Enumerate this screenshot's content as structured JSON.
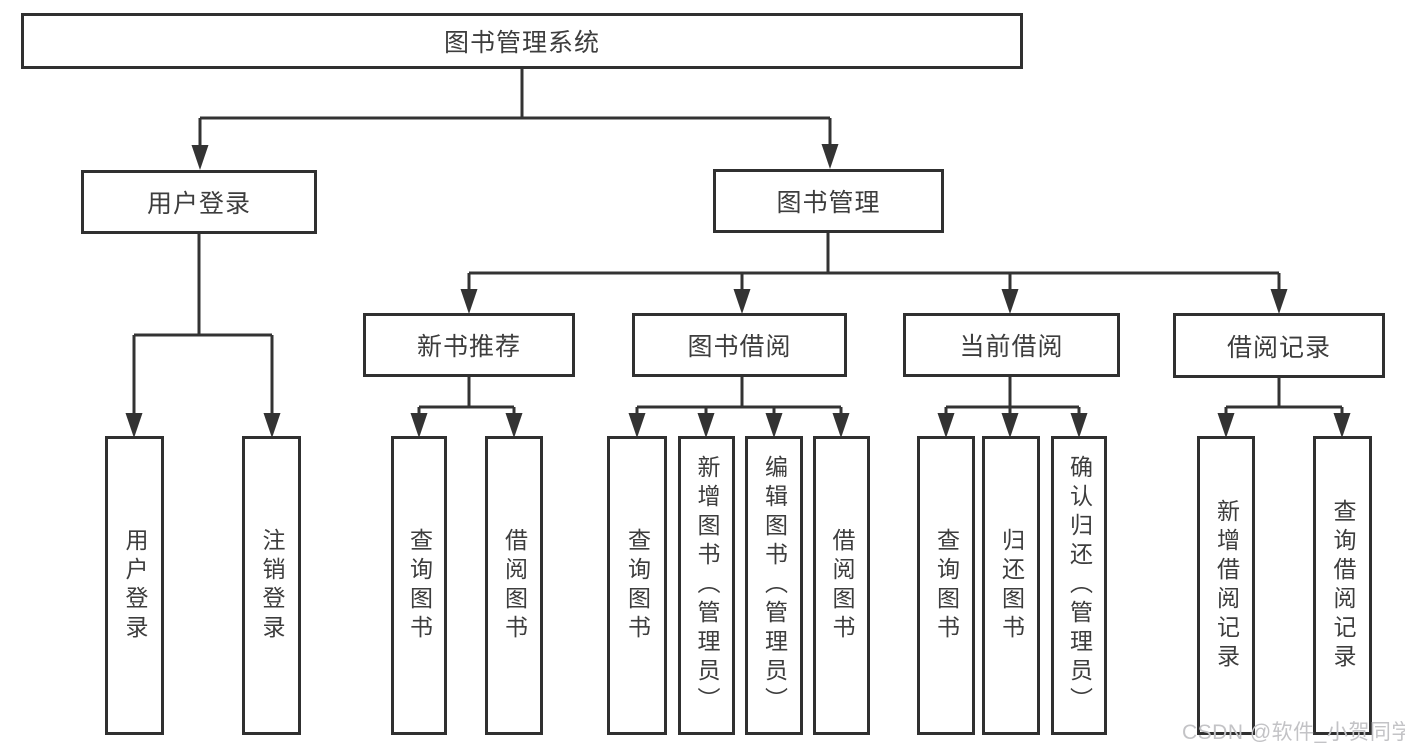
{
  "diagram_type": "tree",
  "tree": {
    "label": "图书管理系统",
    "children": [
      {
        "label": "用户登录",
        "children": [
          {
            "label": "用户登录"
          },
          {
            "label": "注销登录"
          }
        ]
      },
      {
        "label": "图书管理",
        "children": [
          {
            "label": "新书推荐",
            "children": [
              {
                "label": "查询图书"
              },
              {
                "label": "借阅图书"
              }
            ]
          },
          {
            "label": "图书借阅",
            "children": [
              {
                "label": "查询图书"
              },
              {
                "label": "新增图书（管理员）"
              },
              {
                "label": "编辑图书（管理员）"
              },
              {
                "label": "借阅图书"
              }
            ]
          },
          {
            "label": "当前借阅",
            "children": [
              {
                "label": "查询图书"
              },
              {
                "label": "归还图书"
              },
              {
                "label": "确认归还（管理员）"
              }
            ]
          },
          {
            "label": "借阅记录",
            "children": [
              {
                "label": "新增借阅记录"
              },
              {
                "label": "查询借阅记录"
              }
            ]
          }
        ]
      }
    ]
  },
  "watermark": "CSDN @软件_小贺同学",
  "colors": {
    "line": "#333333",
    "box_border": "#303030",
    "text": "#3d3d3d",
    "watermark": "#c3c3c6",
    "background": "#ffffff"
  }
}
